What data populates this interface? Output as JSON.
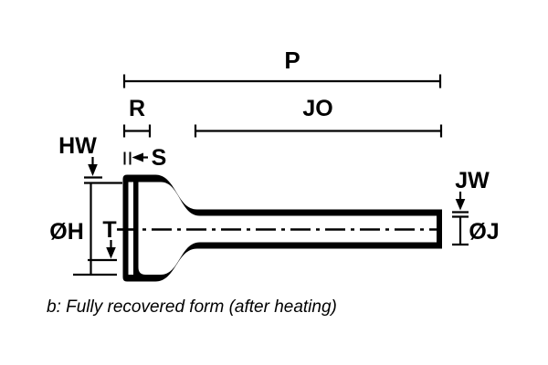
{
  "figure": {
    "caption": "b: Fully recovered form (after heating)",
    "colors": {
      "ink": "#000000",
      "paper": "#ffffff"
    },
    "dimensions": {
      "overall_length": "P",
      "flare_length": "R",
      "tube_length": "JO",
      "flare_wall_thickness": "HW",
      "end_wall_thickness": "S",
      "flare_diameter": "ØH",
      "inner_depth": "T",
      "tube_wall_thickness": "JW",
      "tube_diameter": "ØJ"
    }
  }
}
